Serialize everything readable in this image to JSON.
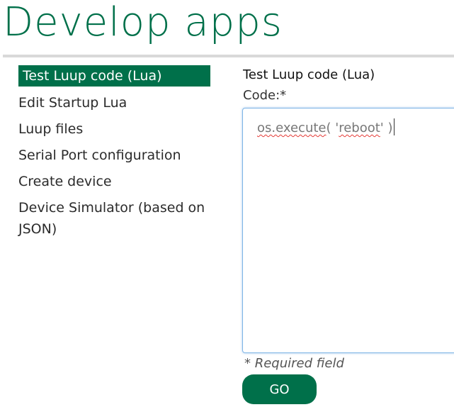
{
  "page": {
    "title": "Develop apps"
  },
  "sidebar": {
    "items": [
      {
        "label": "Test Luup code (Lua)",
        "active": true
      },
      {
        "label": "Edit Startup Lua",
        "active": false
      },
      {
        "label": "Luup files",
        "active": false
      },
      {
        "label": "Serial Port configuration",
        "active": false
      },
      {
        "label": "Create device",
        "active": false
      },
      {
        "label": "Device Simulator (based on JSON)",
        "active": false
      }
    ]
  },
  "panel": {
    "title": "Test Luup code (Lua)",
    "code_label": "Code:*",
    "code": {
      "part1": "os.execute",
      "part2": "( '",
      "part3": "reboot",
      "part4": "' )"
    },
    "required_note": "* Required field",
    "go_label": "GO"
  },
  "colors": {
    "brand_green": "#00704a",
    "focus_blue": "#7fb5e6",
    "spellcheck_red": "#e53935"
  }
}
